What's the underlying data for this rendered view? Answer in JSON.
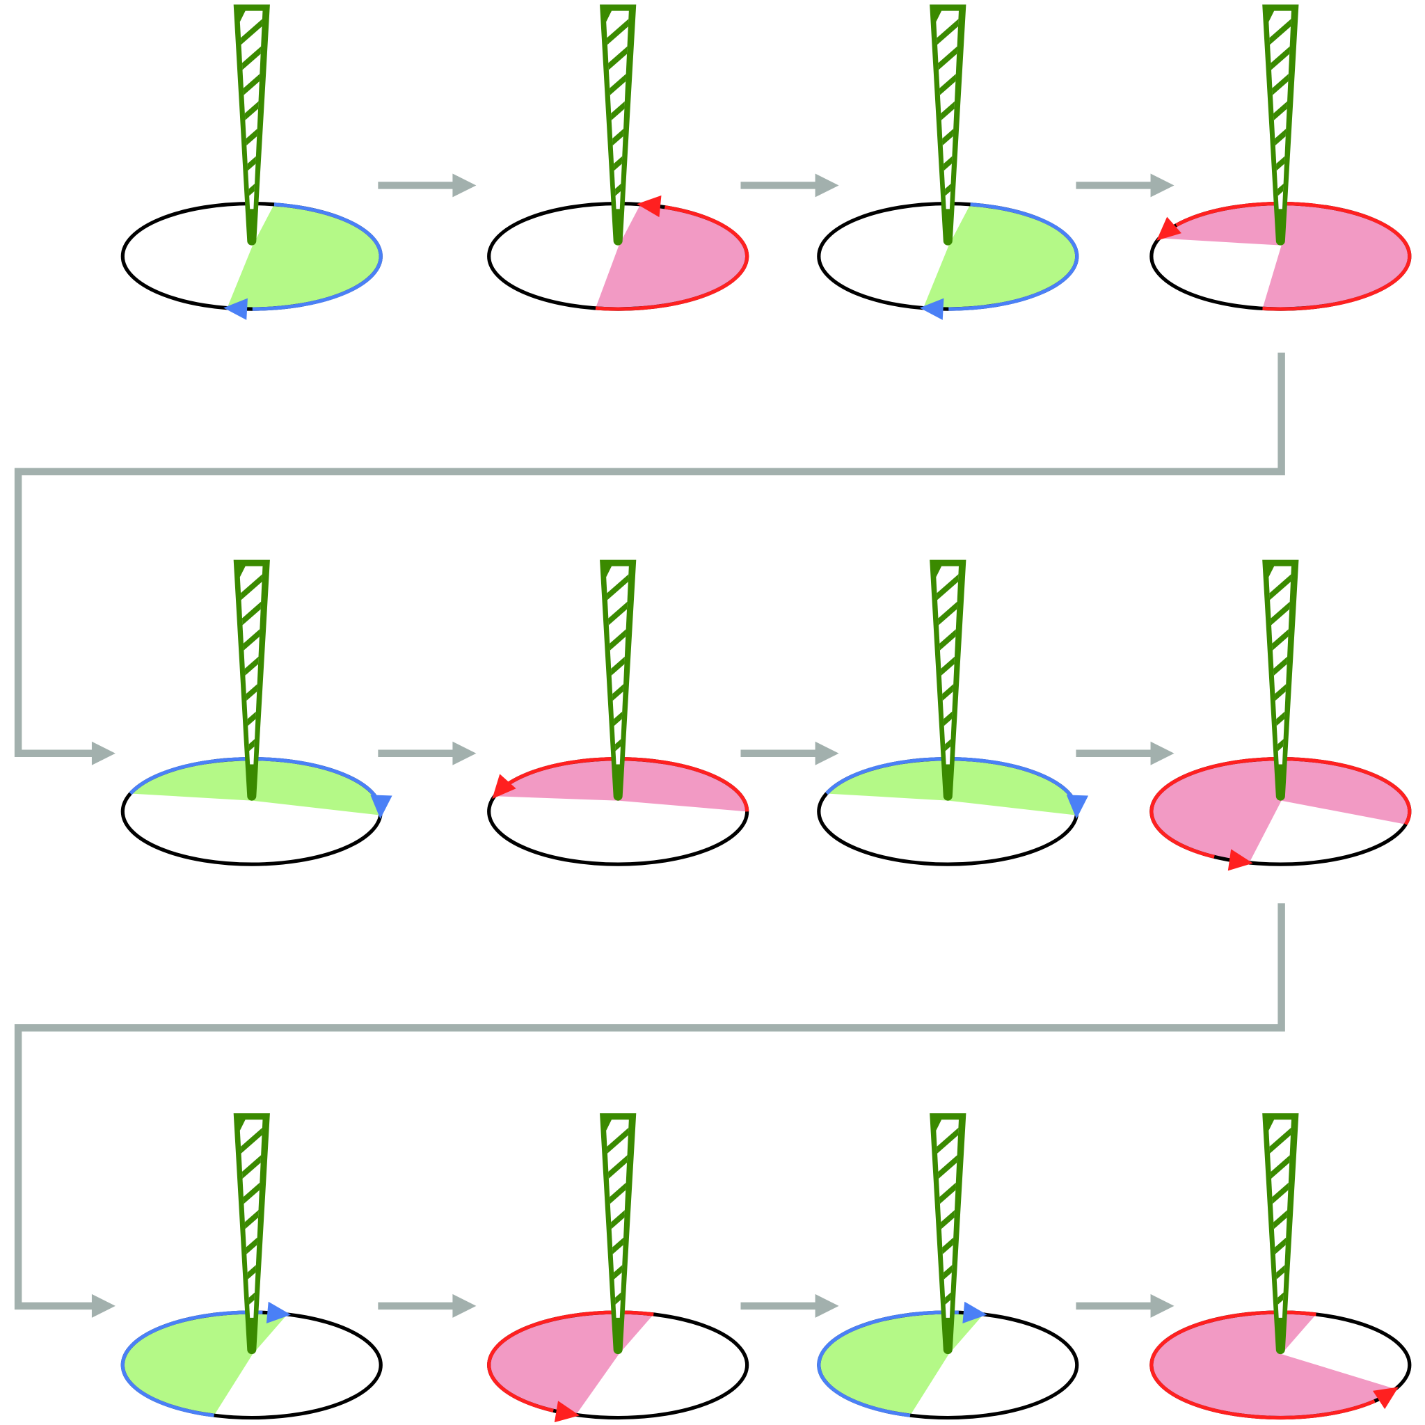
{
  "colors": {
    "needle": "#3a8a00",
    "connector": "#a2b0ad",
    "outline": "#000000",
    "green_fill": "#b4f987",
    "pink_fill": "#f29ac4",
    "blue_arc": "#4a80f6",
    "red_arc": "#ff2020"
  },
  "panels": [
    {
      "row": 0,
      "col": 0,
      "type": "green",
      "arc_start_deg": -80,
      "arc_end_deg": 101
    },
    {
      "row": 0,
      "col": 1,
      "type": "pink",
      "arc_start_deg": 100,
      "arc_end_deg": -80
    },
    {
      "row": 0,
      "col": 2,
      "type": "green",
      "arc_start_deg": -80,
      "arc_end_deg": 101
    },
    {
      "row": 0,
      "col": 3,
      "type": "pink",
      "arc_start_deg": 98,
      "arc_end_deg": -160
    },
    {
      "row": 1,
      "col": 0,
      "type": "green",
      "arc_start_deg": -160,
      "arc_end_deg": 4
    },
    {
      "row": 1,
      "col": 1,
      "type": "pink",
      "arc_start_deg": 0,
      "arc_end_deg": -163
    },
    {
      "row": 1,
      "col": 2,
      "type": "green",
      "arc_start_deg": -160,
      "arc_end_deg": 4
    },
    {
      "row": 1,
      "col": 3,
      "type": "pink",
      "arc_start_deg": 14,
      "arc_end_deg": -256
    },
    {
      "row": 2,
      "col": 0,
      "type": "green",
      "arc_start_deg": 107,
      "arc_end_deg": 286
    },
    {
      "row": 2,
      "col": 1,
      "type": "pink",
      "arc_start_deg": 286,
      "arc_end_deg": 109
    },
    {
      "row": 2,
      "col": 2,
      "type": "green",
      "arc_start_deg": 107,
      "arc_end_deg": 286
    },
    {
      "row": 2,
      "col": 3,
      "type": "pink",
      "arc_start_deg": 286,
      "arc_end_deg": 27
    }
  ]
}
